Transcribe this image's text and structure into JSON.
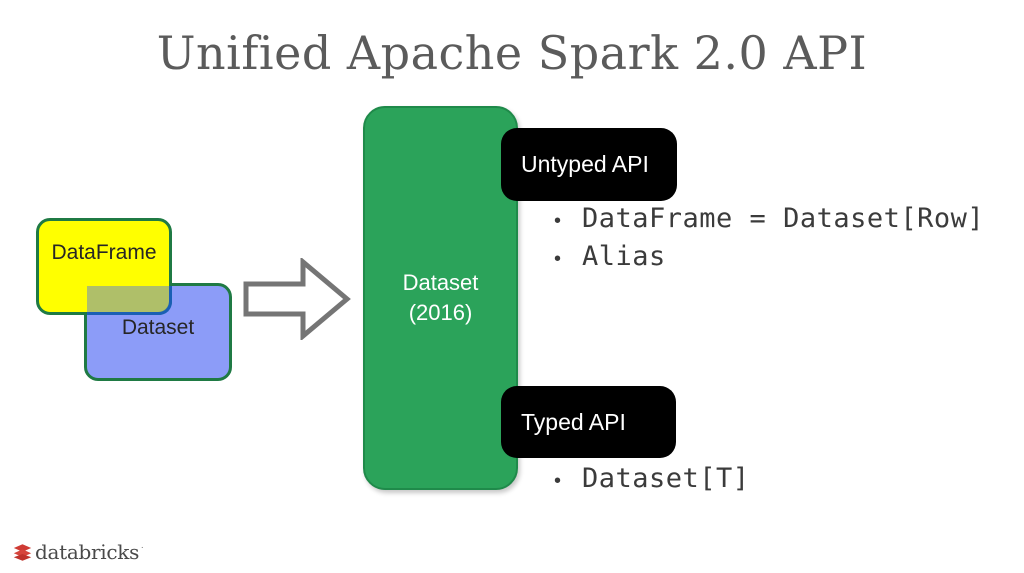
{
  "slide": {
    "title": "Unified Apache Spark 2.0 API",
    "background_color": "#ffffff"
  },
  "left_diagram": {
    "dataframe_box": {
      "label": "DataFrame",
      "fill_color": "#ffff00",
      "border_color": "#1f7a44"
    },
    "dataset_box": {
      "label": "Dataset",
      "fill_color": "#8c9cf8",
      "border_color": "#1f7a44"
    },
    "overlap_color": "#8ca29c"
  },
  "arrow": {
    "name": "right-arrow",
    "stroke_color": "#757575",
    "fill_color": "#ffffff"
  },
  "center_box": {
    "line1": "Dataset",
    "line2": "(2016)",
    "fill_color": "#2ba35a",
    "text_color": "#ffffff"
  },
  "untyped": {
    "pill_label": "Untyped API",
    "pill_color": "#000000",
    "pill_text_color": "#ffffff",
    "bullets": [
      {
        "marker": "•",
        "text": "DataFrame = Dataset[Row]"
      },
      {
        "marker": "•",
        "text": "Alias"
      }
    ]
  },
  "typed": {
    "pill_label": "Typed API",
    "pill_color": "#000000",
    "pill_text_color": "#ffffff",
    "bullets": [
      {
        "marker": "•",
        "text": "Dataset[T]"
      }
    ]
  },
  "logo": {
    "wordmark": "databricks",
    "trademark": "˙",
    "mark_color": "#cf3b34",
    "text_color": "#4a4a4a"
  }
}
